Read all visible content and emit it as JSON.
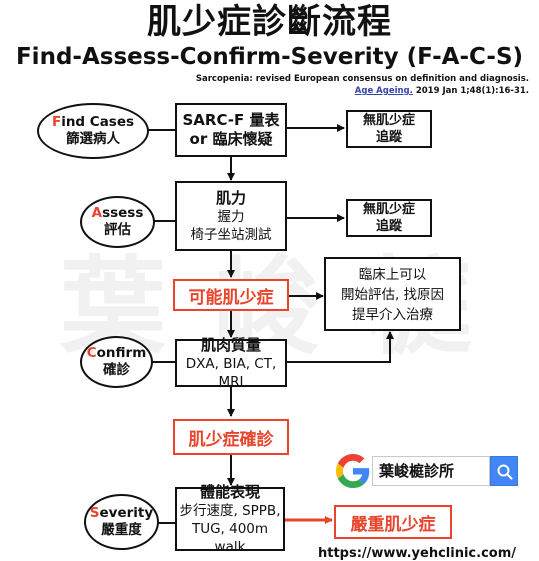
{
  "title": "肌少症診斷流程",
  "subtitle": "Find-Assess-Confirm-Severity (F-A-C-S)",
  "reference": {
    "citation": "Sarcopenia: revised European consensus on definition and diagnosis.",
    "journal": "Age Ageing.",
    "details": " 2019 Jan 1;48(1):16-31."
  },
  "watermark": [
    "葉",
    "峻",
    "榳"
  ],
  "stages": [
    {
      "initial": "F",
      "rest": "ind Cases",
      "zh": "篩選病人"
    },
    {
      "initial": "A",
      "rest": "ssess",
      "zh": "評估"
    },
    {
      "initial": "C",
      "rest": "onfirm",
      "zh": "確診"
    },
    {
      "initial": "S",
      "rest": "everity",
      "zh": "嚴重度"
    }
  ],
  "steps": {
    "find": {
      "line1": "SARC-F 量表",
      "line2": "or 臨床懷疑"
    },
    "assess": {
      "line1": "肌力",
      "line2": "握力",
      "line3": "椅子坐站測試"
    },
    "probable": "可能肌少症",
    "confirm": {
      "line1": "肌肉質量",
      "line2": "DXA, BIA, CT, MRI"
    },
    "confirmed": "肌少症確診",
    "severity": {
      "line1": "體能表現",
      "line2": "步行速度, SPPB,",
      "line3": "TUG, 400m walk"
    },
    "severe": "嚴重肌少症"
  },
  "side_boxes": {
    "no_sarcopenia": {
      "line1": "無肌少症",
      "line2": "追蹤"
    }
  },
  "clinical_note": {
    "line1": "臨床上可以",
    "line2": "開始評估, 找原因",
    "line3": "提早介入治療"
  },
  "search": {
    "query": "葉峻榳診所"
  },
  "url": "https://www.yehclinic.com/",
  "colors": {
    "accent": "#e8452c",
    "link": "#3344aa",
    "google_blue": "#4285f4"
  }
}
